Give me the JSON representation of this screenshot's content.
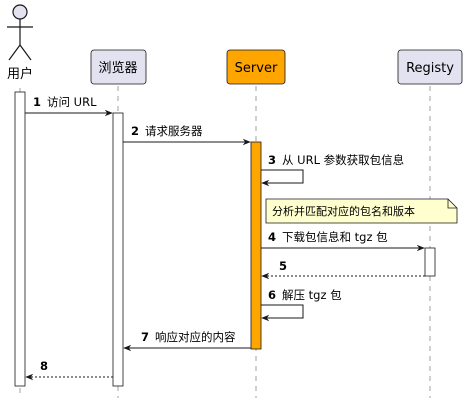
{
  "participants": {
    "user": "用户",
    "browser": "浏览器",
    "server": "Server",
    "registry": "Registy"
  },
  "messages": [
    {
      "num": "1",
      "text": "访问 URL"
    },
    {
      "num": "2",
      "text": "请求服务器"
    },
    {
      "num": "3",
      "text": "从 URL 参数获取包信息"
    },
    {
      "num": "4",
      "text": "下载包信息和 tgz 包"
    },
    {
      "num": "5",
      "text": ""
    },
    {
      "num": "6",
      "text": "解压 tgz 包"
    },
    {
      "num": "7",
      "text": "响应对应的内容"
    },
    {
      "num": "8",
      "text": ""
    }
  ],
  "note": "分析并匹配对应的包名和版本",
  "colors": {
    "server_box": "#ffa500",
    "server_activation": "#ffa500",
    "participant_box": "#e2e2f0",
    "note_fill": "#fefece",
    "line": "#181818"
  }
}
